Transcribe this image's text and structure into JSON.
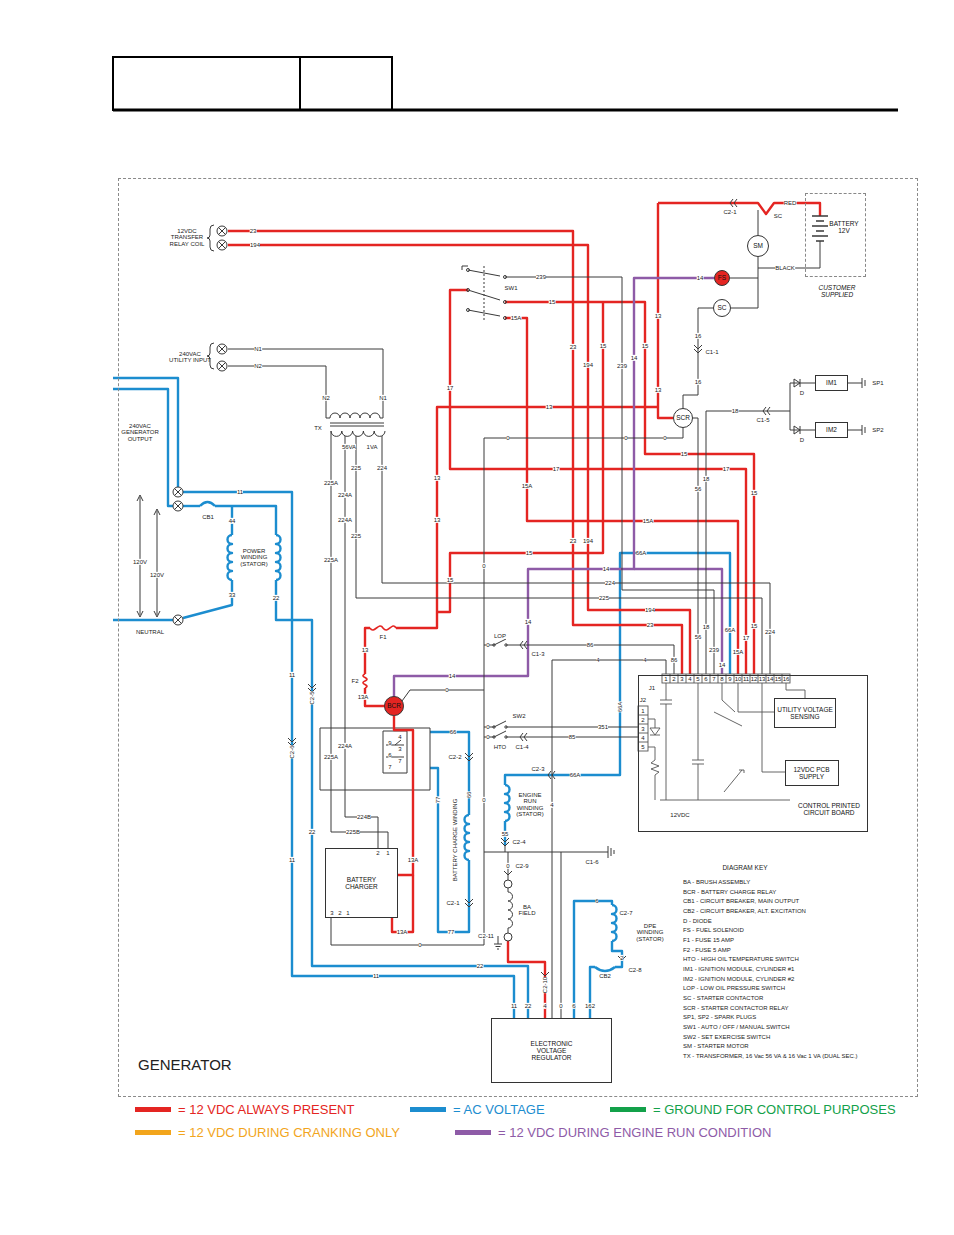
{
  "diagram": {
    "nodes": [
      {
        "text": [
          "GENERATOR"
        ]
      },
      {
        "text": [
          "BATTERY 12V",
          "CUSTOMER SUPPLIED"
        ],
        "in": 0
      },
      {
        "text": [
          "SM"
        ],
        "in": 0
      },
      {
        "text": [
          "SC"
        ],
        "in": 0
      },
      {
        "text": [
          "FS"
        ],
        "in": 0
      },
      {
        "text": [
          "SCR"
        ],
        "in": 0
      },
      {
        "text": [
          "IM1"
        ],
        "in": 0
      },
      {
        "text": [
          "IM2"
        ],
        "in": 0
      },
      {
        "text": [
          "BCR"
        ],
        "in": 0
      },
      {
        "text": [
          "CONTROL PRINTED CIRCUIT BOARD"
        ],
        "in": 0
      },
      {
        "text": [
          "UTILITY VOLTAGE SENSING"
        ],
        "in": 9
      },
      {
        "text": [
          "12VDC PCB SUPPLY"
        ],
        "in": 9
      },
      {
        "text": [
          "BATTERY CHARGER"
        ],
        "in": 0
      },
      {
        "text": [
          "ELECTRONIC VOLTAGE REGULATOR"
        ],
        "in": 0
      }
    ],
    "edges": [
      {
        "from": 1,
        "to": 2,
        "label": "BLACK",
        "arrow": "none"
      },
      {
        "from": 3,
        "to": 5,
        "label": "16",
        "arrow": "none"
      },
      {
        "from": 12,
        "to": 8,
        "label": "13A",
        "arrow": "none"
      }
    ],
    "labels": [
      "12VDC TRANSFER RELAY COIL",
      "23",
      "194",
      "240VAC UTILITY INPUT",
      "N1",
      "N2",
      "240VAC GENERATOR OUTPUT",
      "N2",
      "N1",
      "TX",
      "56VA",
      "1VA",
      "225",
      "224",
      "225A",
      "224A",
      "224A",
      "225",
      "225A",
      "11",
      "CB1",
      "44",
      "POWER WINDING (STATOR)",
      "33",
      "22",
      "120V",
      "120V",
      "NEUTRAL",
      "11",
      "C2-5",
      "C2-6",
      "22",
      "11",
      "SW1",
      "239",
      "15",
      "15A",
      "23",
      "194",
      "15",
      "239",
      "14",
      "15",
      "13",
      "17",
      "13",
      "0",
      "0",
      "15",
      "17",
      "17",
      "13",
      "15A",
      "18",
      "56",
      "15",
      "15A",
      "13",
      "23",
      "194",
      "15",
      "66A",
      "0",
      "15",
      "14",
      "224",
      "225",
      "194",
      "14",
      "23",
      "F1",
      "13",
      "LOP",
      "C1-3",
      "86",
      "86",
      "4",
      "4",
      "56",
      "18",
      "239",
      "66A",
      "14",
      "15A",
      "17",
      "15",
      "224",
      "F2",
      "14",
      "0",
      "13A",
      "SW2",
      "351",
      "HTO",
      "C1-4",
      "85",
      "66",
      "66A",
      "C2-2",
      "C2-3",
      "66A",
      "ENGINE RUN WINDING (STATOR)",
      "55",
      "C2-4",
      "0",
      "4",
      "77",
      "66",
      "BATTERY CHARGE WINDING",
      "224A",
      "225A",
      "224B",
      "225B",
      "13A",
      "0",
      "77",
      "C2-1",
      "C1-6",
      "C2-9",
      "0",
      "BA FIELD",
      "C2-11",
      "C2-10",
      "6",
      "C2-7",
      "DPE WINDING (STATOR)",
      "2",
      "CB2",
      "C2-8",
      "11",
      "22",
      "11",
      "22",
      "4",
      "0",
      "6",
      "162",
      "2",
      "1",
      "3",
      "2",
      "1",
      "4",
      "9",
      "3",
      "6",
      "7",
      "7",
      "J1",
      "1",
      "2",
      "3",
      "4",
      "5",
      "6",
      "7",
      "8",
      "9",
      "10",
      "11",
      "12",
      "13",
      "14",
      "15",
      "16",
      "J2",
      "1",
      "2",
      "3",
      "4",
      "5",
      "12VDC",
      "C2-1",
      "SC",
      "RED",
      "14",
      "C1-1",
      "16",
      "13",
      "0",
      "18",
      "C1-5",
      "D",
      "D",
      "SP1",
      "SP2",
      "DIAGRAM KEY",
      "BA - BRUSH ASSEMBLY",
      "BCR - BATTERY CHARGE RELAY",
      "CB1 - CIRCUIT BREAKER, MAIN OUTPUT",
      "CB2 - CIRCUIT BREAKER, ALT. EXCITATION",
      "D - DIODE",
      "FS - FUEL SOLENOID",
      "F1 - FUSE 15 AMP",
      "F2 - FUSE 5 AMP",
      "HTO - HIGH OIL TEMPERATURE SWITCH",
      "IM1 - IGNITION MODULE, CYLINDER #1",
      "IM2 - IGNITION MODULE, CYLINDER #2",
      "LOP - LOW OIL PRESSURE SWITCH",
      "SC - STARTER CONTACTOR",
      "SCR - STARTER CONTACTOR RELAY",
      "SP1, SP2 - SPARK PLUGS",
      "SW1 - AUTO / OFF / MANUAL SWITCH",
      "SW2 - SET EXERCISE SWITCH",
      "SM - STARTER MOTOR",
      "TX - TRANSFORMER, 16 Vac 56 VA & 16 Vac 1 VA (DUAL SEC.)",
      "0",
      "0",
      "0"
    ],
    "legend": [
      {
        "text": "= 12 VDC ALWAYS PRESENT",
        "color": "#e42522"
      },
      {
        "text": "= AC VOLTAGE",
        "color": "#1c8dcf"
      },
      {
        "text": "= GROUND FOR CONTROL PURPOSES",
        "color": "#13a14a"
      },
      {
        "text": "= 12 VDC DURING CRANKING ONLY",
        "color": "#f2a51c"
      },
      {
        "text": "= 12 VDC DURING ENGINE RUN CONDITION",
        "color": "#8e5ba7"
      }
    ]
  }
}
